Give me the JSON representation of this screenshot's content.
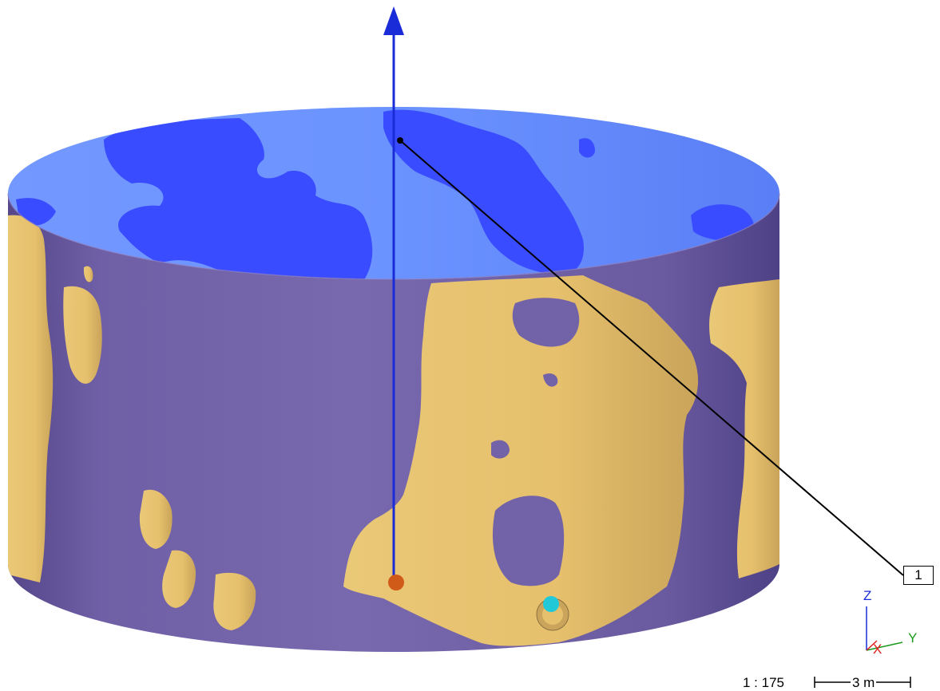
{
  "callout": {
    "label": "1"
  },
  "triad": {
    "z": "Z",
    "y": "Y",
    "x": "X"
  },
  "scale": {
    "ratio": "1 : 175",
    "bar_label": "3 m"
  },
  "colors": {
    "shell": "#7464a8",
    "shell_dark": "#5a4c92",
    "interior": "#6e94ff",
    "interior_patch": "#3a4cff",
    "tan_region": "#e8c070",
    "axis_line": "#1a2bd8",
    "marker_orange": "#d05a18",
    "marker_cyan": "#20c8d8",
    "axis_z": "#1a2bd8",
    "axis_y": "#1a9a1a",
    "axis_x": "#e01a1a"
  }
}
